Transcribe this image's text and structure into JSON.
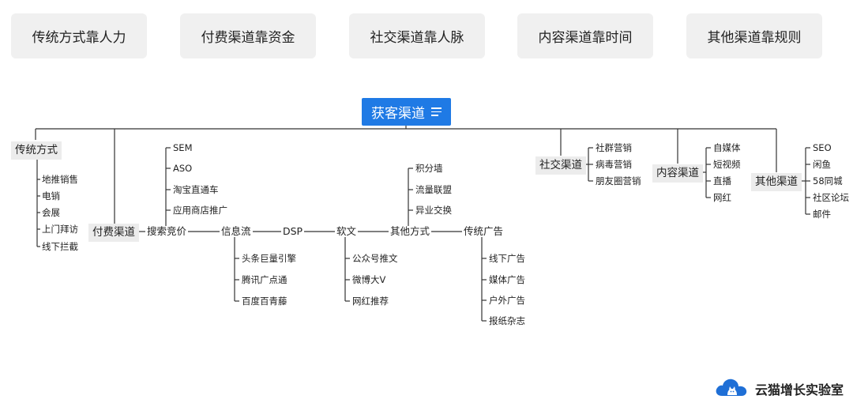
{
  "header_pills": [
    "传统方式靠人力",
    "付费渠道靠资金",
    "社交渠道靠人脉",
    "内容渠道靠时间",
    "其他渠道靠规则"
  ],
  "root": {
    "label": "获客渠道"
  },
  "traditional": {
    "label": "传统方式",
    "items": [
      "地推销售",
      "电销",
      "会展",
      "上门拜访",
      "线下拦截"
    ]
  },
  "paid": {
    "label": "付费渠道",
    "search": {
      "label": "搜索竞价",
      "items": [
        "SEM",
        "ASO",
        "淘宝直通车",
        "应用商店推广"
      ]
    },
    "feed": {
      "label": "信息流",
      "items": [
        "头条巨量引擎",
        "腾讯广点通",
        "百度百青藤"
      ]
    },
    "dsp": {
      "label": "DSP"
    },
    "softtext": {
      "label": "软文",
      "items": [
        "公众号推文",
        "微博大V",
        "网红推荐"
      ]
    },
    "other": {
      "label": "其他方式",
      "items": [
        "积分墙",
        "流量联盟",
        "异业交换"
      ]
    },
    "tradad": {
      "label": "传统广告",
      "items": [
        "线下广告",
        "媒体广告",
        "户外广告",
        "报纸杂志"
      ]
    }
  },
  "social": {
    "label": "社交渠道",
    "items": [
      "社群营销",
      "病毒营销",
      "朋友圈营销"
    ]
  },
  "content": {
    "label": "内容渠道",
    "items": [
      "自媒体",
      "短视频",
      "直播",
      "网红"
    ]
  },
  "others": {
    "label": "其他渠道",
    "items": [
      "SEO",
      "闲鱼",
      "58同城",
      "社区论坛",
      "邮件"
    ]
  },
  "logo": {
    "text": "云猫增长实验室"
  },
  "icons": {
    "root": "menu-lines-icon",
    "logo": "cloud-cat-icon"
  },
  "colors": {
    "root_bg": "#1f7ae5",
    "pill_bg": "#f0f0f0",
    "box_bg": "#ececec",
    "line": "#333333",
    "logo_blue": "#1f6fd6"
  }
}
